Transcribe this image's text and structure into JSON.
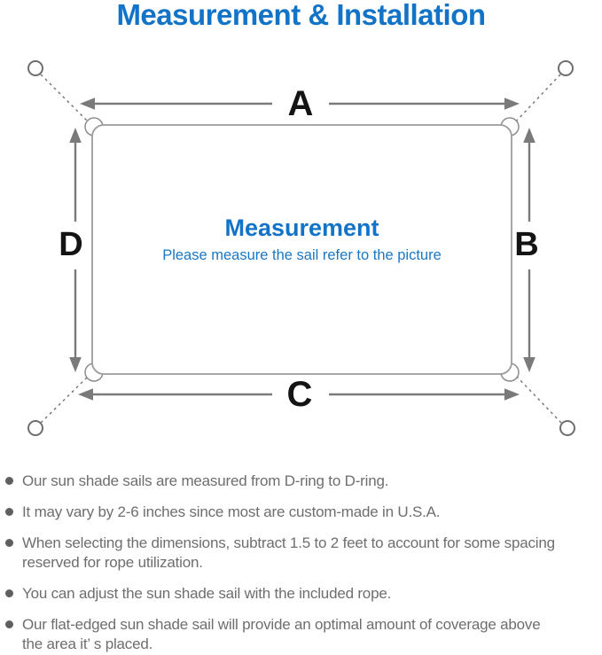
{
  "title": "Measurement & Installation",
  "colors": {
    "accent_blue": "#1273c7",
    "body_text_gray": "#6e6e6e",
    "line_gray": "#7a7a7a"
  },
  "diagram": {
    "heading": "Measurement",
    "subheading": "Please measure the sail refer to the picture",
    "side_labels": {
      "top": "A",
      "right": "B",
      "bottom": "C",
      "left": "D"
    }
  },
  "bullets": [
    "Our sun shade sails are measured from D-ring to D-ring.",
    "It may vary by 2-6 inches since most are custom-made in U.S.A.",
    "When selecting the dimensions, subtract 1.5 to 2 feet to account for some spacing\nreserved for rope utilization.",
    "You can adjust the sun shade sail with the included rope.",
    "Our flat-edged sun shade sail will provide an optimal amount of coverage above\nthe area it’ s placed."
  ]
}
